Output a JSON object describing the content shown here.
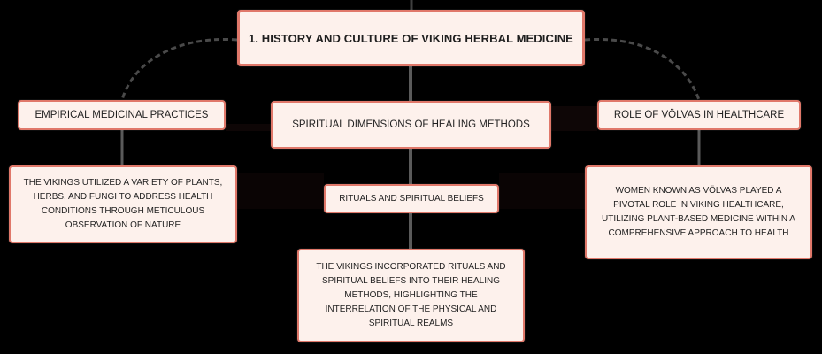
{
  "diagram": {
    "root": {
      "label": "1. HISTORY AND CULTURE OF VIKING HERBAL MEDICINE"
    },
    "branches": [
      {
        "label": "EMPIRICAL MEDICINAL PRACTICES",
        "detail": "THE VIKINGS UTILIZED A VARIETY OF PLANTS, HERBS, AND FUNGI TO ADDRESS HEALTH CONDITIONS THROUGH METICULOUS OBSERVATION OF NATURE"
      },
      {
        "label": "SPIRITUAL DIMENSIONS OF HEALING METHODS",
        "sub": "RITUALS AND SPIRITUAL BELIEFS",
        "detail": "THE VIKINGS INCORPORATED RITUALS AND SPIRITUAL BELIEFS INTO THEIR HEALING METHODS, HIGHLIGHTING THE INTERRELATION OF THE PHYSICAL AND SPIRITUAL REALMS"
      },
      {
        "label": "ROLE OF VÖLVAS IN HEALTHCARE",
        "detail": "WOMEN KNOWN AS VÖLVAS PLAYED A PIVOTAL ROLE IN VIKING HEALTHCARE, UTILIZING PLANT-BASED MEDICINE WITHIN A COMPREHENSIVE APPROACH TO HEALTH"
      }
    ]
  },
  "colors": {
    "background": "#000000",
    "node_fill": "#fdf1ec",
    "node_border": "#e0786a",
    "connector": "#3a3a3a"
  }
}
